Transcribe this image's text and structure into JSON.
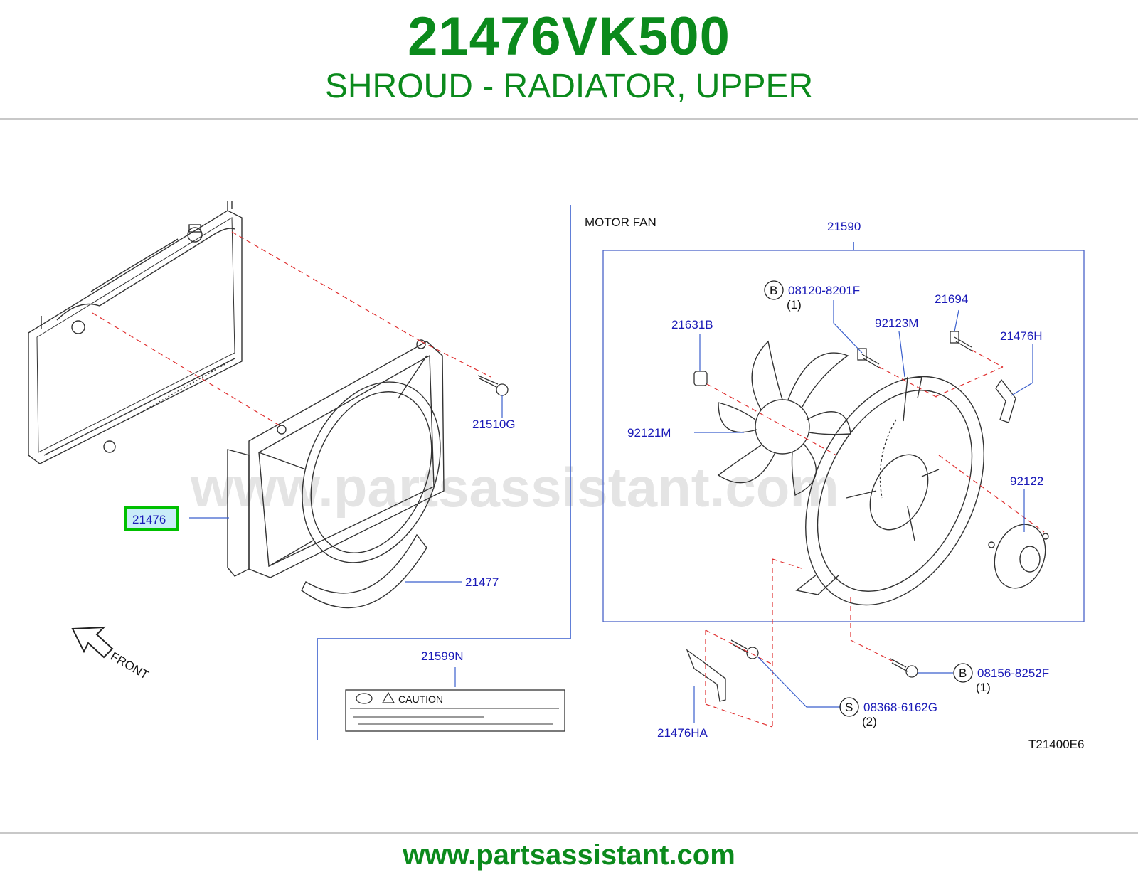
{
  "header": {
    "part_number": "21476VK500",
    "part_name": "SHROUD - RADIATOR, UPPER"
  },
  "diagram": {
    "section_title": "MOTOR  FAN",
    "watermark": "www.partsassistant.com",
    "diagram_code": "T21400E6",
    "front_label": "FRONT",
    "caution_label": "CAUTION",
    "highlighted_part": "21476",
    "callouts": {
      "p21476": "21476",
      "p21477": "21477",
      "p21510G": "21510G",
      "p21599N": "21599N",
      "p21590": "21590",
      "p21631B": "21631B",
      "p92121M": "92121M",
      "p92123M": "92123M",
      "p21694": "21694",
      "p21476H": "21476H",
      "p92122": "92122",
      "p21476HA": "21476HA",
      "b1_letter": "B",
      "b1_part": "08120-8201F",
      "b1_qty": "(1)",
      "b2_letter": "B",
      "b2_part": "08156-8252F",
      "b2_qty": "(1)",
      "s1_letter": "S",
      "s1_part": "08368-6162G",
      "s1_qty": "(2)"
    }
  },
  "footer": {
    "url": "www.partsassistant.com"
  },
  "colors": {
    "brand_green": "#0b8a1c",
    "callout_blue": "#1a1ab8",
    "highlight_green": "#00c000",
    "highlight_fill": "#c9ecf8",
    "dashed_red": "#e03030"
  }
}
